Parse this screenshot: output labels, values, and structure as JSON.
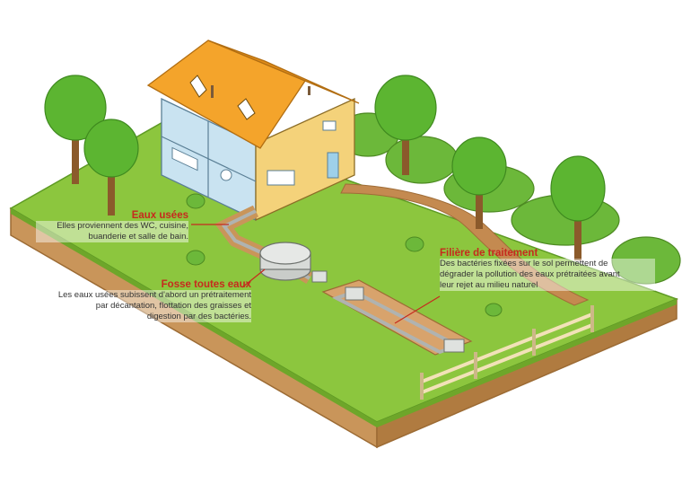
{
  "colors": {
    "grass": "#8cc63e",
    "grass_dark": "#6ea62a",
    "soil": "#c9955a",
    "soil_dark": "#9c6b34",
    "roof": "#f4a42b",
    "wall": "#c9e3f1",
    "title_red": "#c62a1e",
    "tree_green": "#5cb531",
    "trunk": "#8b5a2b",
    "tank": "#c9ccc9",
    "fence": "#f2e2b8"
  },
  "icons": [
    "house-icon",
    "tree-icon",
    "septic-tank-icon",
    "pipe-icon",
    "fence-icon",
    "bush-icon"
  ],
  "labels": {
    "eaux_usees": {
      "title": "Eaux usées",
      "desc": [
        "Elles proviennent des WC, cuisine,",
        "buanderie et salle de bain."
      ]
    },
    "fosse": {
      "title": "Fosse toutes eaux",
      "desc": [
        "Les eaux usées subissent d'abord un prétraitement",
        "par décantation, flottation des graisses et",
        "digestion par des bactéries."
      ]
    },
    "filiere": {
      "title": "Filière de traitement",
      "desc": [
        "Des bactéries fixées sur le sol permettent de",
        "dégrader la pollution des eaux prétraitées avant",
        "leur rejet au  milieu naturel"
      ]
    }
  }
}
